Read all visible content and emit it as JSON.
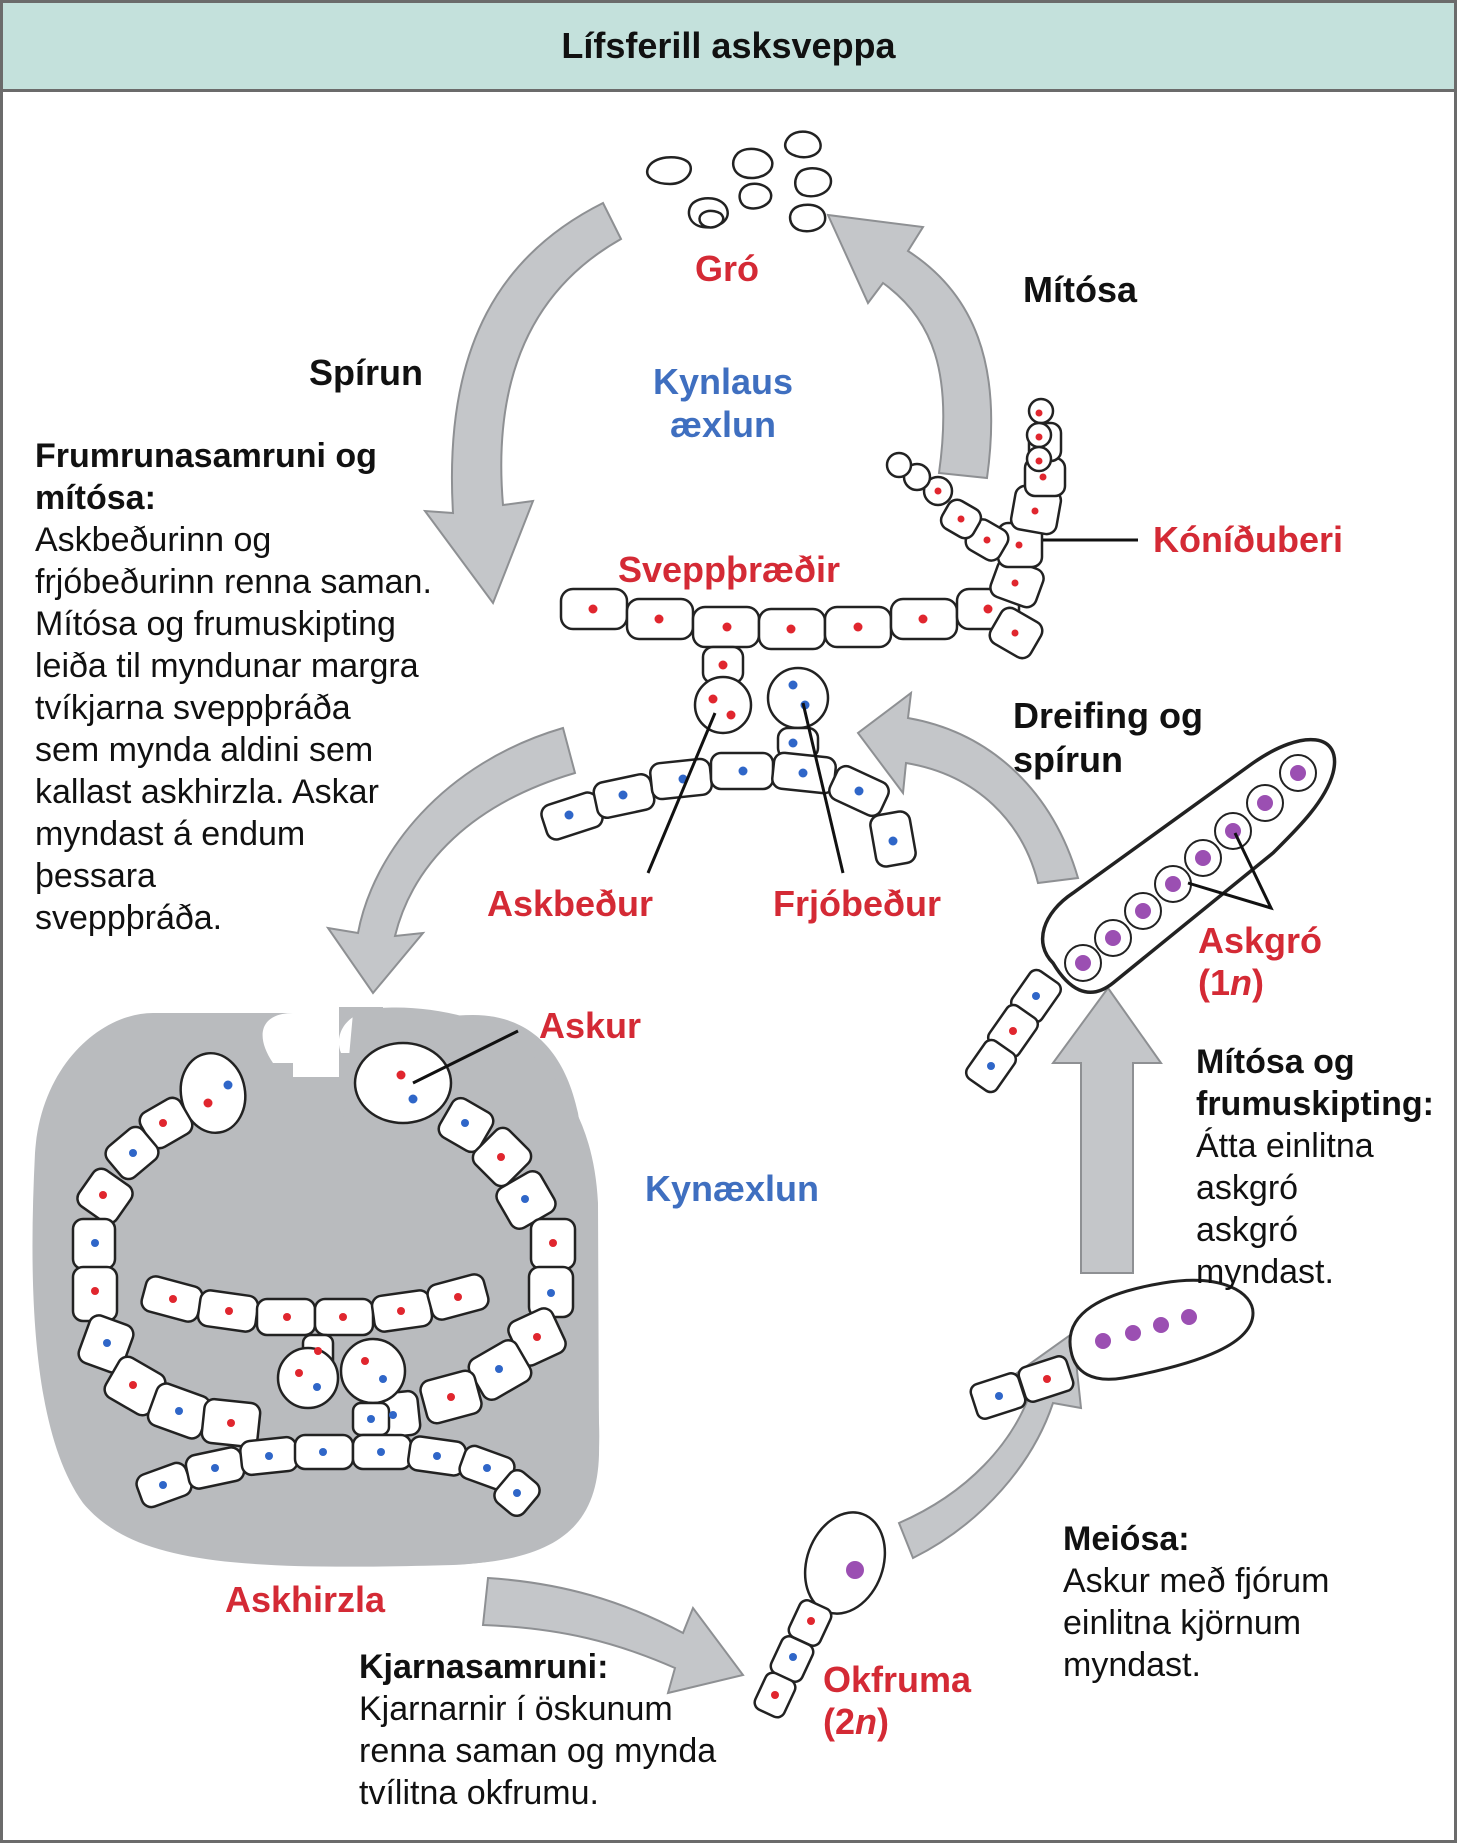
{
  "title": "Lífsferill asksveppa",
  "colors": {
    "label_red": "#d42a35",
    "label_blue": "#3f6fc0",
    "title_bg": "#c4e1dc",
    "arrow_gray": "#c4c6c9",
    "nucleus_red": "#e0262e",
    "nucleus_blue": "#2f66c8",
    "nucleus_purple": "#9b4fb2",
    "ascocarp_gray": "#b9bbbe"
  },
  "labels": {
    "spores": "Gró",
    "mitosis_top": "Mítósa",
    "germination": "Spírun",
    "asexual_line1": "Kynlaus",
    "asexual_line2": "æxlun",
    "conidiophore": "Kóníðuberi",
    "hyphae": "Sveppþræðir",
    "ascogonium": "Askbeður",
    "antheridium": "Frjóbeður",
    "dispersal_line1": "Dreifing og",
    "dispersal_line2": "spírun",
    "ascospores": "Askgró",
    "ascospores_ploidy_open": "(1",
    "ascospores_ploidy_n": "n",
    "ascospores_ploidy_close": ")",
    "ascus": "Askur",
    "sexual": "Kynæxlun",
    "ascocarp": "Askhirzla",
    "zygote": "Okfruma",
    "zygote_ploidy_open": "(2",
    "zygote_ploidy_n": "n",
    "zygote_ploidy_close": ")"
  },
  "paragraphs": {
    "plasmogamy": {
      "heading": "Frumrunasamruni og\nmítósa:",
      "text": "Askbeðurinn og\nfrjóbeðurinn renna saman.\nMítósa og frumuskipting\nleiða til myndunar margra\ntvíkjarna sveppþráða\nsem mynda aldini sem\nkallast askhirzla. Askar\nmyndast á endum\nþessara\nsveppþráða."
    },
    "mitosis_division": {
      "heading": "Mítósa og\nfrumuskipting:",
      "text": "Átta einlitna\naskgró\naskgró\nmyndast."
    },
    "meiosis": {
      "heading": "Meiósa:",
      "text": "Askur með fjórum\neinlitna kjörnum\nmyndast."
    },
    "karyogamy": {
      "heading": "Kjarnasamruni:",
      "text": "Kjarnarnir í öskunum\nrenna saman og mynda\ntvílitna okfrumu."
    }
  }
}
